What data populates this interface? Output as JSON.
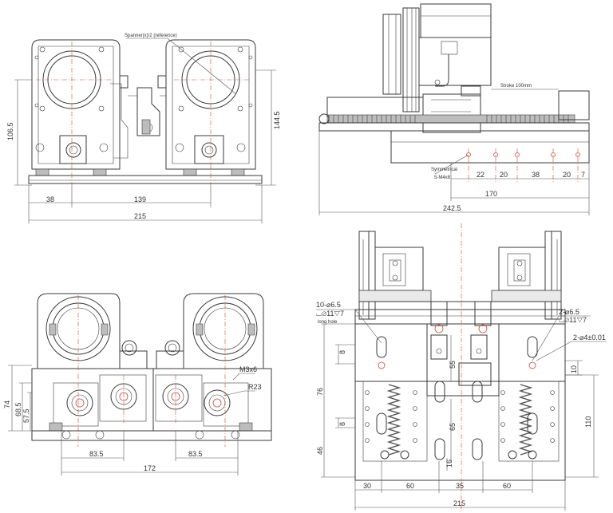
{
  "views": {
    "front_top": {
      "dims": {
        "height_left": "106.5",
        "height_right": "144.5",
        "bottom_left": "38",
        "bottom_mid": "139",
        "overall": "215"
      },
      "callout": "Spanner(x)/2 (reference)"
    },
    "side": {
      "stroke": "Stroke 100mm",
      "symmetrical": "Symmetrical",
      "thread": "5-M4x8",
      "pitches": [
        "22",
        "20",
        "38",
        "20",
        "7"
      ],
      "span": "170",
      "overall": "242.5"
    },
    "front_bottom": {
      "dims": {
        "h74": "74",
        "h68": "68.5",
        "h57": "57.5",
        "left": "83.5",
        "right": "83.5",
        "overall": "172"
      },
      "thread": "M3x6",
      "radius": "R23"
    },
    "rear": {
      "hole_left": "10-⌀6.5",
      "cbore_left": "⌴⌀11▽7",
      "long_hole": "long hole",
      "hole_right": "2-⌀6.5",
      "cbore_right": "⌴⌀11▽7",
      "pin": "2-⌀4±0.01",
      "v8a": "8",
      "v8b": "8",
      "v10": "10",
      "v55": "55",
      "v76": "76",
      "v65": "65",
      "v110": "110",
      "v46": "46",
      "v16": "16",
      "h30": "30",
      "h60a": "60",
      "h35": "35",
      "h60b": "60",
      "overall": "215"
    }
  }
}
